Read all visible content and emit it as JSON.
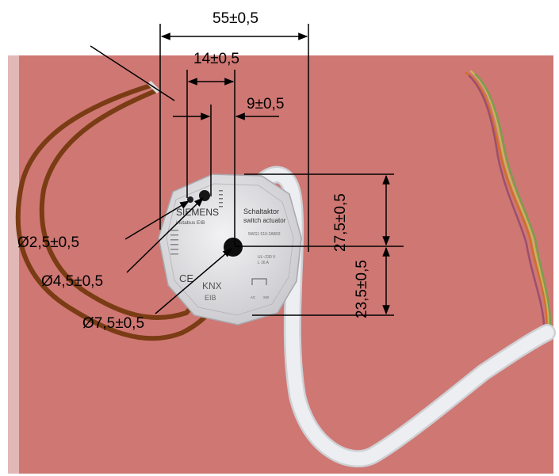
{
  "product": {
    "brand": "SIEMENS",
    "series": "instabus EIB",
    "name_line1": "Schaltaktor",
    "name_line2": "switch actuator",
    "order_no": "5WG1 510-2AB03",
    "rating_line1": "UL~230 V",
    "rating_line2": "L 16 A",
    "standards_text": "KNX",
    "eib_text": "EIB",
    "ce_text": "CE",
    "bus_label": "AC",
    "channel_text": "SW"
  },
  "dimensions": {
    "overall_width": "55±0,5",
    "hole_spacing": "14±0,5",
    "edge_offset": "9±0,5",
    "height_upper": "27,5±0,5",
    "height_lower": "23,5±0,5",
    "hole_small": "Ø2,5±0,5",
    "hole_medium": "Ø4,5±0,5",
    "hole_large": "Ø7,5±0,5"
  },
  "colors": {
    "background": "#cf7773",
    "device_body": "#e4e4e6",
    "cable": "#e8e9ec",
    "wire": "#7a3c14",
    "dimension_line": "#000000"
  }
}
